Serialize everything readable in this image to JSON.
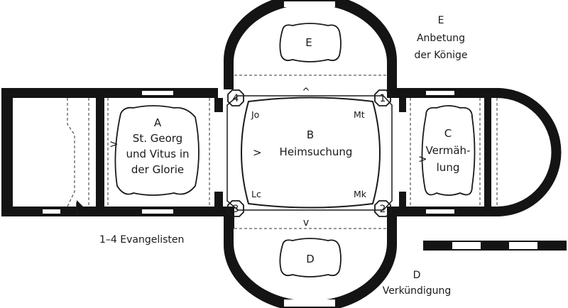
{
  "diagram": {
    "fields": {
      "A": {
        "letter": "A",
        "lines": [
          "St. Georg",
          "und Vitus in",
          "der Glorie"
        ]
      },
      "B": {
        "letter": "B",
        "lines": [
          "Heimsuchung"
        ]
      },
      "C": {
        "letter": "C",
        "lines": [
          "Vermäh-",
          "lung"
        ]
      },
      "D": {
        "letter": "D"
      },
      "E": {
        "letter": "E"
      }
    },
    "evangelists": {
      "Jo": "Jo",
      "Mt": "Mt",
      "Lc": "Lc",
      "Mk": "Mk",
      "n1": "1",
      "n2": "2",
      "n3": "3",
      "n4": "4"
    },
    "legend": {
      "E_letter": "E",
      "E_line1": "Anbetung",
      "E_line2": "der Könige",
      "D_letter": "D",
      "D_line1": "Verkündigung",
      "evangelisten": "1–4  Evangelisten"
    },
    "arrows": {
      "right": ">",
      "up": "^",
      "down": "v"
    }
  }
}
